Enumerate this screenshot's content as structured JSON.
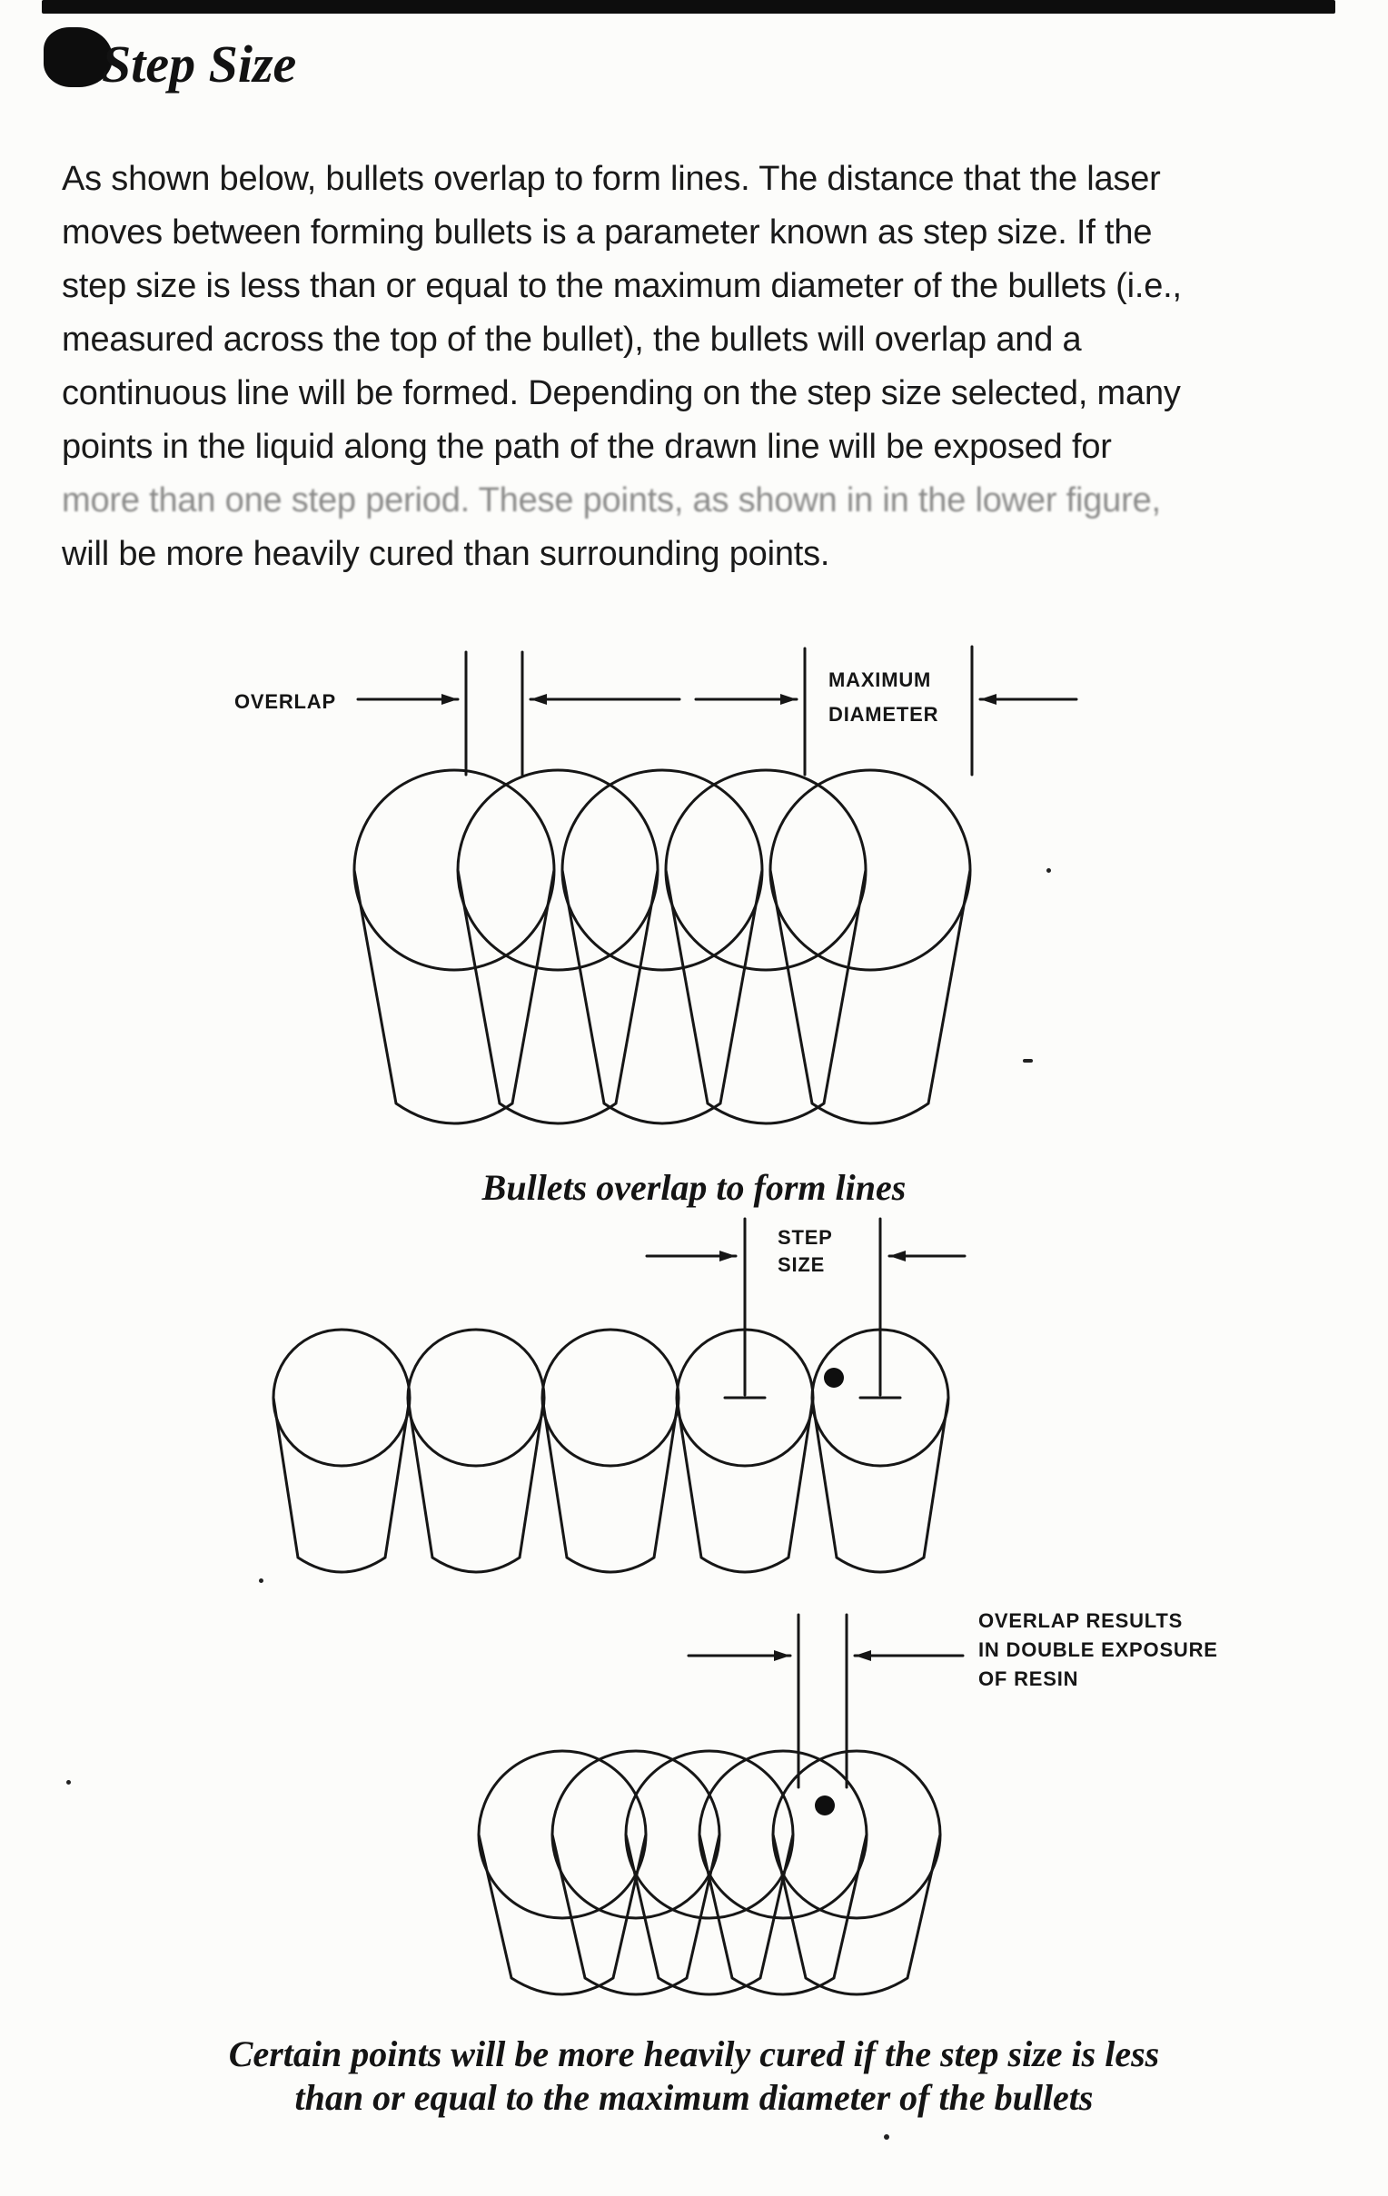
{
  "paper_color": "#fcfcfa",
  "ink_color": "#161616",
  "title": "Step Size",
  "paragraph": {
    "lines": [
      "As shown below, bullets overlap to form lines.  The distance that the laser",
      "moves between forming bullets is a parameter known as step size.  If the",
      "step size is less than or equal to the maximum diameter of the bullets (i.e.,",
      "measured across the top of the bullet), the bullets will overlap and a",
      "continuous line will be formed.  Depending on the step size selected, many",
      "points in the liquid along the path of the drawn line will be exposed for",
      "more than one step period.  These points, as shown in in the lower figure,",
      "will be more heavily cured than surrounding points."
    ]
  },
  "figure_overlap": {
    "label_overlap": "OVERLAP",
    "label_maximum": "MAXIMUM",
    "label_diameter": "DIAMETER",
    "caption": "Bullets overlap to form lines"
  },
  "figure_step": {
    "label_step": "STEP",
    "label_size": "SIZE"
  },
  "figure_double_exposure": {
    "label_line1": "OVERLAP RESULTS",
    "label_line2": "IN DOUBLE EXPOSURE",
    "label_line3": "OF RESIN",
    "caption_line1": "Certain points will be more heavily cured if the step size is less",
    "caption_line2": "than or equal to the maximum diameter of the bullets"
  }
}
